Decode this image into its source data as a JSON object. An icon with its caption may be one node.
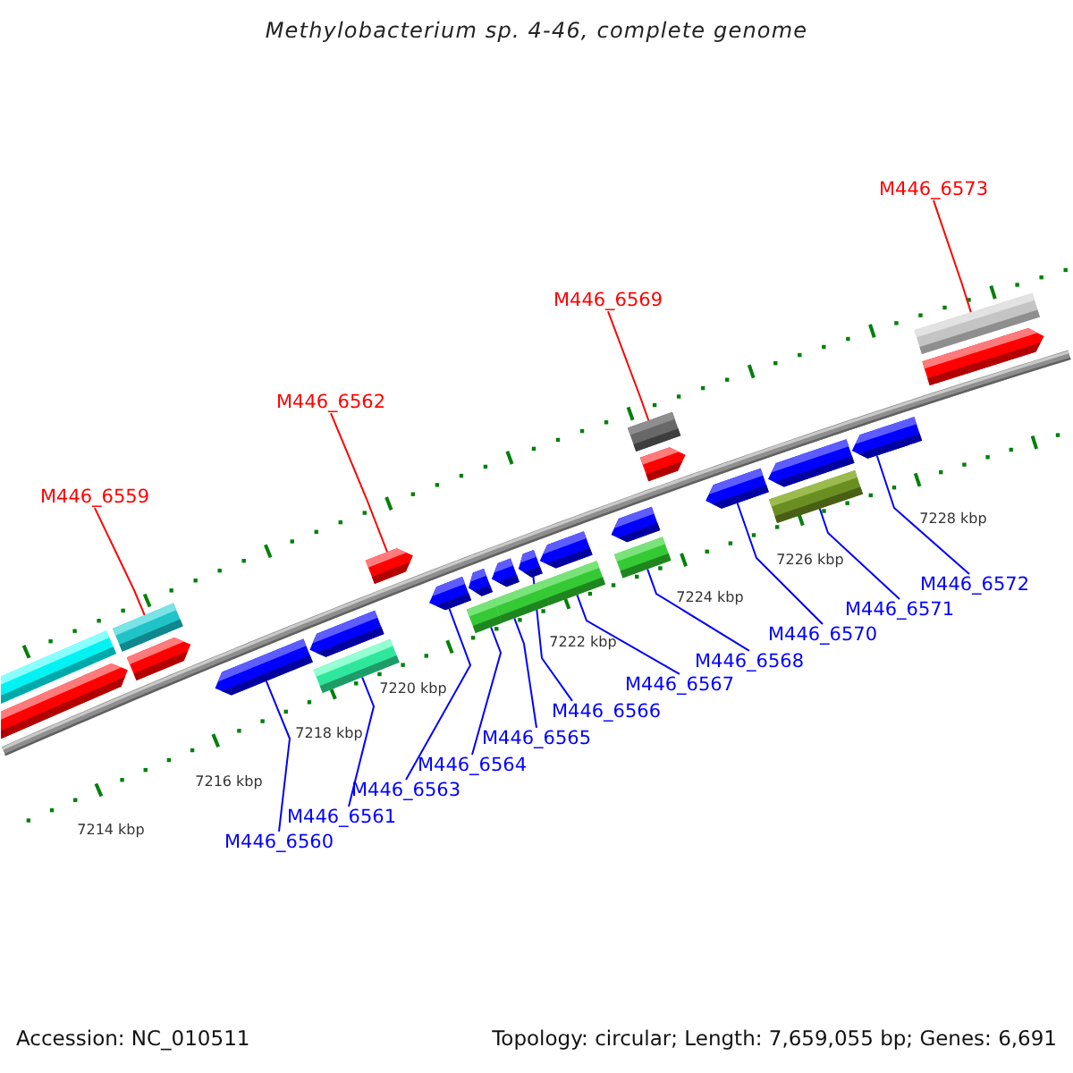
{
  "diagram": {
    "title": "Methylobacterium sp. 4-46, complete genome",
    "nodes": [
      {
        "text": [
          "M446_6573"
        ]
      },
      {
        "text": [
          "M446_6569"
        ]
      },
      {
        "text": [
          "M446_6562"
        ]
      },
      {
        "text": [
          "M446_6559"
        ]
      },
      {
        "text": [
          "M446_6572"
        ]
      },
      {
        "text": [
          "M446_6571"
        ]
      },
      {
        "text": [
          "M446_6570"
        ]
      },
      {
        "text": [
          "M446_6568"
        ]
      },
      {
        "text": [
          "M446_6567"
        ]
      },
      {
        "text": [
          "M446_6566"
        ]
      },
      {
        "text": [
          "M446_6565"
        ]
      },
      {
        "text": [
          "M446_6564"
        ]
      },
      {
        "text": [
          "M446_6563"
        ]
      },
      {
        "text": [
          "M446_6561"
        ]
      },
      {
        "text": [
          "M446_6560"
        ]
      },
      {
        "text": [],
        "shape": "pentagon"
      },
      {
        "text": [],
        "shape": "pentagon"
      },
      {
        "text": [],
        "shape": "pentagon"
      },
      {
        "text": [],
        "shape": "pentagon"
      },
      {
        "text": [],
        "shape": "pentagon"
      },
      {
        "text": [],
        "shape": "pentagon"
      },
      {
        "text": [],
        "shape": "pentagon"
      },
      {
        "text": [],
        "shape": "pentagon"
      },
      {
        "text": [],
        "shape": "pentagon"
      },
      {
        "text": [],
        "shape": "pentagon"
      },
      {
        "text": [],
        "shape": "pentagon"
      },
      {
        "text": [],
        "shape": "pentagon"
      },
      {
        "text": [],
        "shape": "pentagon"
      },
      {
        "text": [],
        "shape": "pentagon"
      },
      {
        "text": [],
        "shape": "pentagon"
      },
      {
        "text": [],
        "shape": "pentagon"
      }
    ],
    "edges": [
      {
        "from": 0,
        "to": 30,
        "arrow": "none",
        "color": "#ff0000"
      },
      {
        "from": 1,
        "to": 26,
        "arrow": "none",
        "color": "#ff0000"
      },
      {
        "from": 2,
        "to": 19,
        "arrow": "none",
        "color": "#ff0000"
      },
      {
        "from": 3,
        "to": 16,
        "arrow": "none",
        "color": "#ff0000"
      },
      {
        "from": 4,
        "to": 29,
        "arrow": "none"
      },
      {
        "from": 5,
        "to": 28,
        "arrow": "none"
      },
      {
        "from": 6,
        "to": 27,
        "arrow": "none"
      },
      {
        "from": 7,
        "to": 25,
        "arrow": "none"
      },
      {
        "from": 8,
        "to": 24,
        "arrow": "none"
      },
      {
        "from": 9,
        "to": 23,
        "arrow": "none"
      },
      {
        "from": 10,
        "to": 22,
        "arrow": "none"
      },
      {
        "from": 11,
        "to": 21,
        "arrow": "none"
      },
      {
        "from": 12,
        "to": 20,
        "arrow": "none"
      },
      {
        "from": 13,
        "to": 18,
        "arrow": "none"
      },
      {
        "from": 14,
        "to": 17,
        "arrow": "none"
      }
    ],
    "labels": [
      "7214 kbp",
      "7216 kbp",
      "7218 kbp",
      "7220 kbp",
      "7222 kbp",
      "7224 kbp",
      "7226 kbp",
      "7228 kbp",
      "Accession: NC_010511",
      "Topology: circular; Length: 7,659,055 bp; Genes: 6,691"
    ]
  }
}
